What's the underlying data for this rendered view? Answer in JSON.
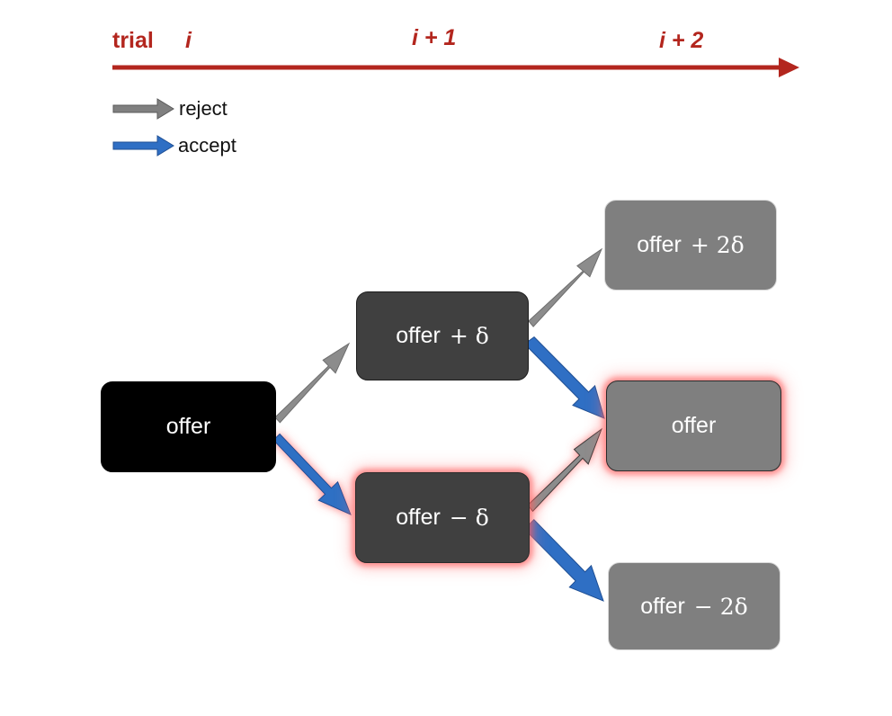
{
  "timeline": {
    "trial_word": "trial",
    "trial_i": "i",
    "trial_i1": "i + 1",
    "trial_i2": "i + 2",
    "color": "#b3261e"
  },
  "legend": {
    "reject_label": "reject",
    "accept_label": "accept",
    "reject_color": "#808080",
    "accept_color": "#2f6fc4"
  },
  "nodes": {
    "root": {
      "label": "offer",
      "term": ""
    },
    "plus": {
      "label": "offer",
      "term": "+ δ"
    },
    "minus": {
      "label": "offer",
      "term": "− δ"
    },
    "plus2": {
      "label": "offer",
      "term": "+ 2δ"
    },
    "center": {
      "label": "offer",
      "term": ""
    },
    "minus2": {
      "label": "offer",
      "term": "− 2δ"
    }
  },
  "colors": {
    "root_fill": "#000000",
    "level1_fill": "#404040",
    "level2_fill": "#7f7f7f",
    "highlight_glow": "#ff6060"
  }
}
